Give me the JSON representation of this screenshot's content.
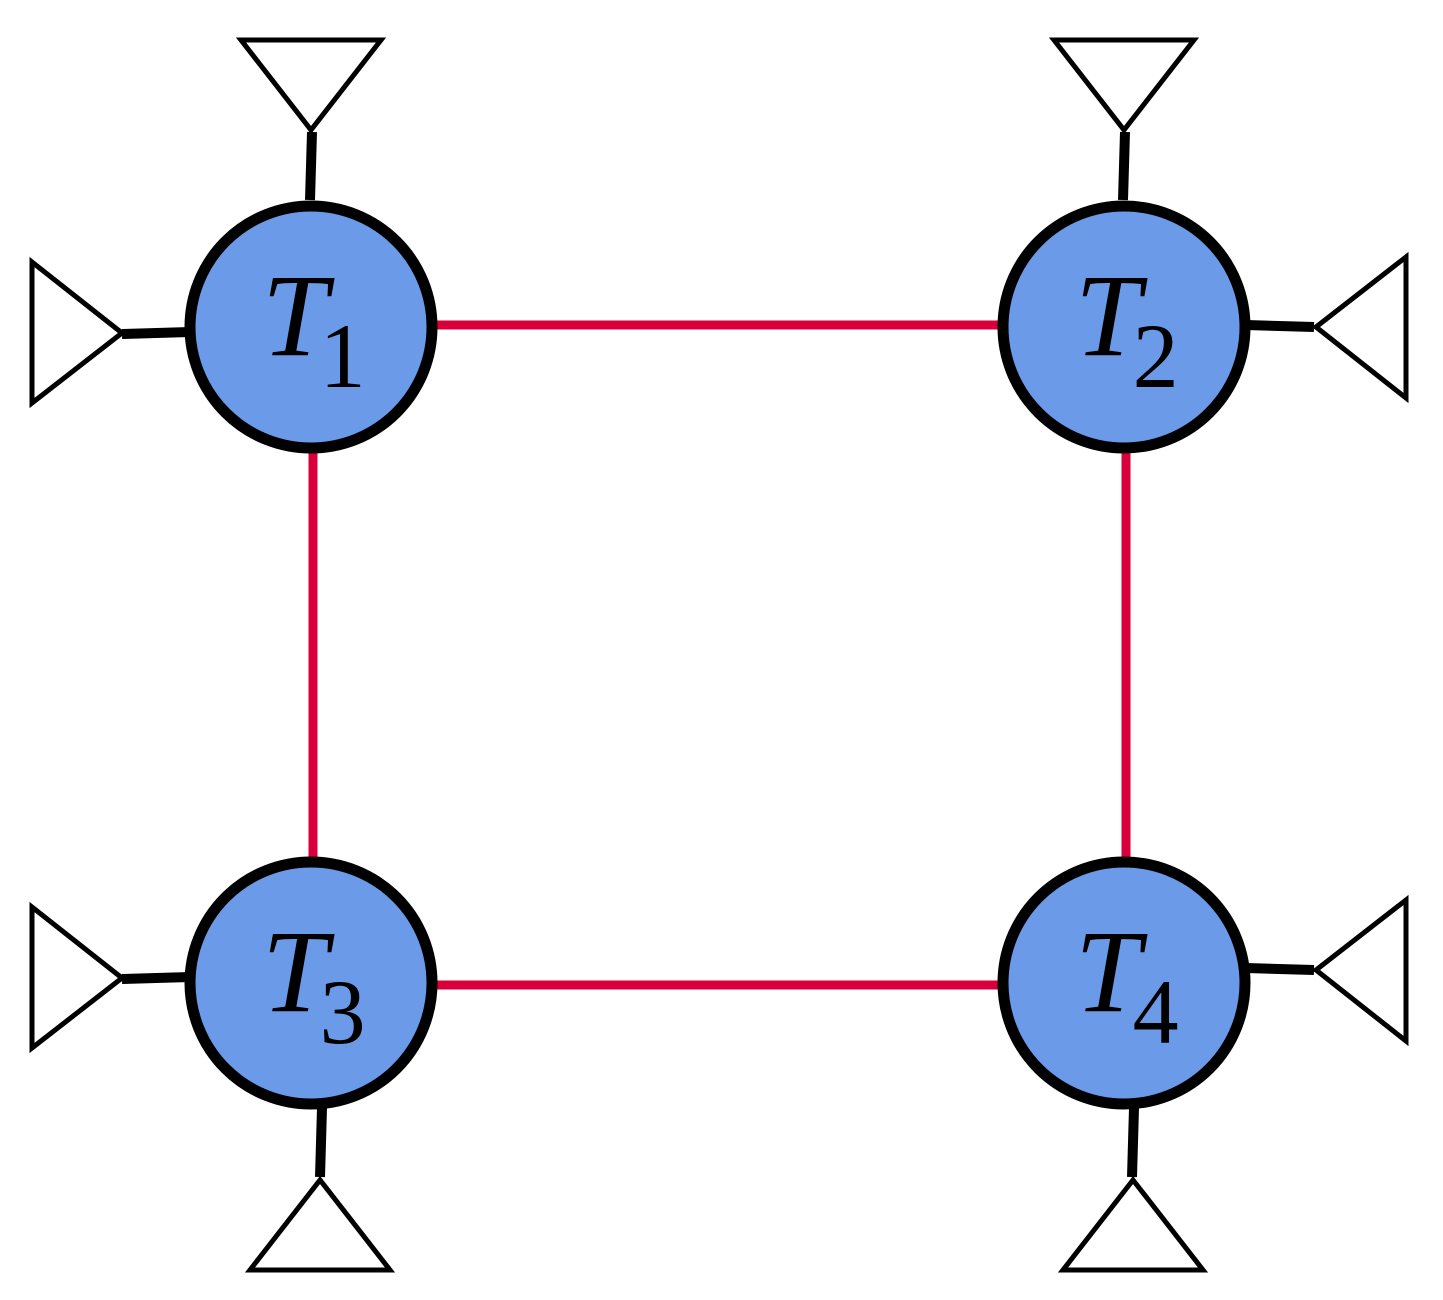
{
  "colors": {
    "node_fill": "#6b9ae8",
    "node_stroke": "#000000",
    "bond": "#d8003a",
    "leg": "#000000",
    "background": "#ffffff"
  },
  "nodes": [
    {
      "id": "T1",
      "letter": "T",
      "subscript": "1"
    },
    {
      "id": "T2",
      "letter": "T",
      "subscript": "2"
    },
    {
      "id": "T3",
      "letter": "T",
      "subscript": "3"
    },
    {
      "id": "T4",
      "letter": "T",
      "subscript": "4"
    }
  ],
  "bonds": [
    {
      "from": "T1",
      "to": "T2"
    },
    {
      "from": "T1",
      "to": "T3"
    },
    {
      "from": "T2",
      "to": "T4"
    },
    {
      "from": "T3",
      "to": "T4"
    }
  ],
  "legs": [
    {
      "node": "T1",
      "direction": "up"
    },
    {
      "node": "T1",
      "direction": "left"
    },
    {
      "node": "T2",
      "direction": "up"
    },
    {
      "node": "T2",
      "direction": "right"
    },
    {
      "node": "T3",
      "direction": "left"
    },
    {
      "node": "T3",
      "direction": "down"
    },
    {
      "node": "T4",
      "direction": "right"
    },
    {
      "node": "T4",
      "direction": "down"
    }
  ]
}
